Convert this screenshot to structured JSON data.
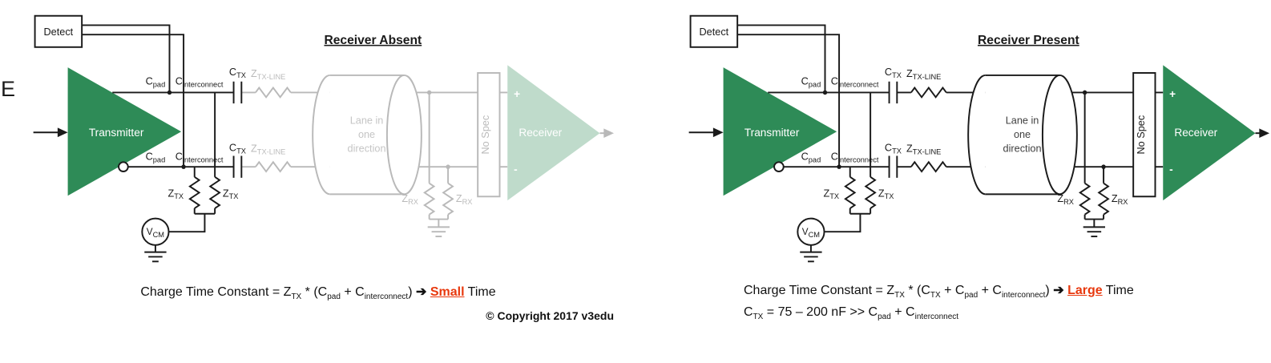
{
  "page": {
    "edge_fragment": "E",
    "copyright": "© Copyright 2017 v3edu"
  },
  "colors": {
    "green": "#2e8b57",
    "accent": "#e8380d",
    "ink": "#1a1a1a"
  },
  "shared": {
    "detect": "Detect",
    "transmitter": "Transmitter",
    "receiver": "Receiver",
    "no_spec": "No Spec",
    "lane_line1": "Lane in",
    "lane_line2": "one",
    "lane_line3": "direction",
    "plus": "+",
    "minus": "-",
    "c": "C",
    "z": "Z",
    "v": "V",
    "sub_pad": "pad",
    "sub_interconnect": "interconnect",
    "sub_tx": "TX",
    "sub_tx_line": "TX-LINE",
    "sub_rx": "RX",
    "sub_cm": "CM"
  },
  "left_panel": {
    "title": "Receiver Absent",
    "caption": [
      {
        "t": "Charge Time Constant = Z",
        "style": "normal"
      },
      {
        "t": "TX",
        "style": "sub"
      },
      {
        "t": " * (C",
        "style": "normal"
      },
      {
        "t": "pad",
        "style": "sub"
      },
      {
        "t": " + C",
        "style": "normal"
      },
      {
        "t": "interconnect",
        "style": "sub"
      },
      {
        "t": ") ",
        "style": "normal"
      },
      {
        "t": "➔",
        "style": "arrow"
      },
      {
        "t": " ",
        "style": "normal"
      },
      {
        "t": "Small",
        "style": "highlight"
      },
      {
        "t": " Time",
        "style": "normal"
      }
    ]
  },
  "right_panel": {
    "title": "Receiver Present",
    "caption": [
      {
        "t": "Charge Time Constant = Z",
        "style": "normal"
      },
      {
        "t": "TX",
        "style": "sub"
      },
      {
        "t": " * (C",
        "style": "normal"
      },
      {
        "t": "TX",
        "style": "sub"
      },
      {
        "t": " + C",
        "style": "normal"
      },
      {
        "t": "pad",
        "style": "sub"
      },
      {
        "t": " + C",
        "style": "normal"
      },
      {
        "t": "interconnect",
        "style": "sub"
      },
      {
        "t": ") ",
        "style": "normal"
      },
      {
        "t": "➔",
        "style": "arrow"
      },
      {
        "t": " ",
        "style": "normal"
      },
      {
        "t": "Large",
        "style": "highlight"
      },
      {
        "t": " Time",
        "style": "normal"
      }
    ],
    "caption2": [
      {
        "t": "C",
        "style": "normal"
      },
      {
        "t": "TX",
        "style": "sub"
      },
      {
        "t": " = 75 – 200 nF >> C",
        "style": "normal"
      },
      {
        "t": "pad",
        "style": "sub"
      },
      {
        "t": " + C",
        "style": "normal"
      },
      {
        "t": "interconnect",
        "style": "sub"
      }
    ]
  }
}
